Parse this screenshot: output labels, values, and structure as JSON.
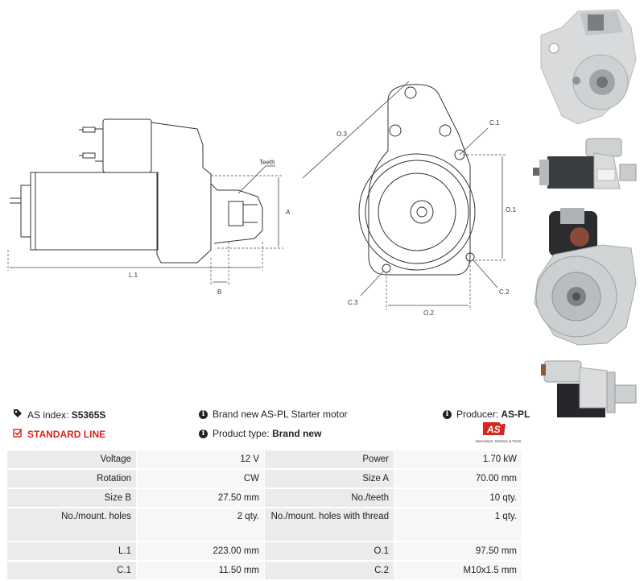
{
  "diagram": {
    "label_teeth": "Teeth",
    "label_a": "A",
    "label_b": "B",
    "label_l1": "L.1",
    "label_o1": "O.1",
    "label_o2": "O.2",
    "label_o3": "O.3",
    "label_c1": "C.1",
    "label_c2": "C.2",
    "label_c3": "C.3"
  },
  "info": {
    "as_index_label": "AS index:",
    "as_index_value": "S5365S",
    "standard_line": "STANDARD LINE",
    "description": "Brand new AS-PL Starter motor",
    "product_type_label": "Product type:",
    "product_type_value": "Brand new",
    "producer_label": "Producer:",
    "producer_value": "AS-PL",
    "logo_text": "AS",
    "logo_tagline": "Alternators, Starters & Parts"
  },
  "colors": {
    "brand_red": "#d9261c",
    "table_label_bg": "#ebebeb",
    "table_value_bg": "#f7f7f7"
  },
  "specs": [
    {
      "l1": "Voltage",
      "v1": "12 V",
      "l2": "Power",
      "v2": "1.70 kW"
    },
    {
      "l1": "Rotation",
      "v1": "CW",
      "l2": "Size A",
      "v2": "70.00 mm"
    },
    {
      "l1": "Size B",
      "v1": "27.50 mm",
      "l2": "No./teeth",
      "v2": "10 qty."
    },
    {
      "l1": "No./mount. holes",
      "v1": "2 qty.",
      "l2": "No./mount. holes with thread",
      "v2": "1 qty."
    },
    {
      "l1": "L.1",
      "v1": "223.00 mm",
      "l2": "O.1",
      "v2": "97.50 mm"
    },
    {
      "l1": "C.1",
      "v1": "11.50 mm",
      "l2": "C.2",
      "v2": "M10x1.5 mm"
    }
  ]
}
